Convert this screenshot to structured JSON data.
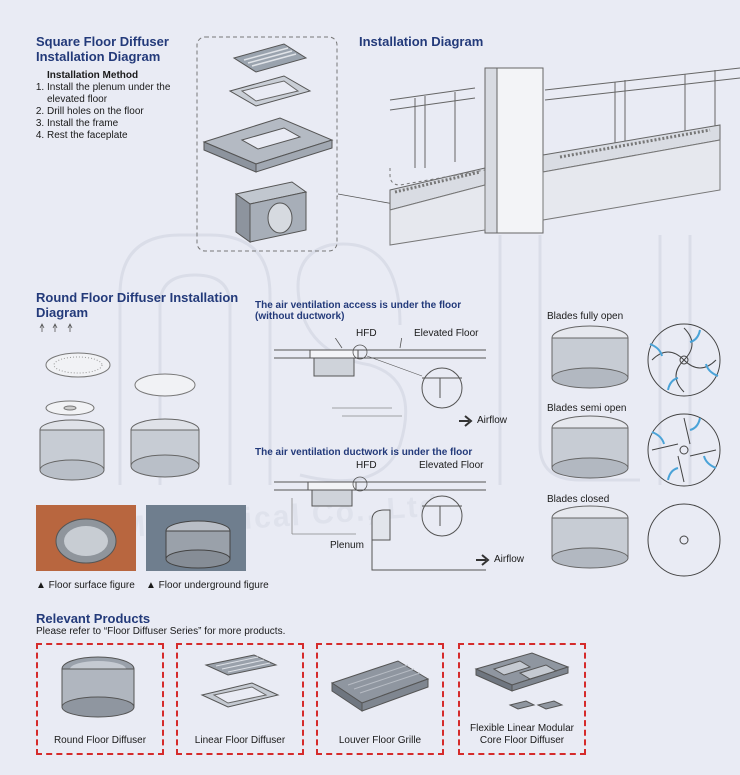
{
  "square": {
    "title_line1": "Square Floor Diffuser",
    "title_line2": "Installation Diagram",
    "method_heading": "Installation Method",
    "steps": [
      "Install the plenum under the elevated floor",
      "Drill holes on the floor",
      "Install the frame",
      "Rest the faceplate"
    ],
    "right_title": "Installation Diagram"
  },
  "round": {
    "title_line1": "Round Floor Diffuser Installation",
    "title_line2": "Diagram",
    "caption_surface": "▲ Floor surface figure",
    "caption_underground": "▲ Floor underground figure"
  },
  "airflow": {
    "no_duct_title_line1": "The air ventilation access is under the floor",
    "no_duct_title_line2": "(without ductwork)",
    "duct_title": "The air ventilation ductwork is under the floor",
    "hfd": "HFD",
    "elevated_floor": "Elevated Floor",
    "airflow": "Airflow",
    "plenum": "Plenum"
  },
  "blades": {
    "fully_open": "Blades fully open",
    "semi_open": "Blades semi open",
    "closed": "Blades closed"
  },
  "watermark": "Mechanical Co., Ltd.",
  "relevant": {
    "title": "Relevant Products",
    "subtitle": "Please refer to “Floor Diffuser Series” for more products.",
    "products": [
      {
        "label": "Round Floor Diffuser"
      },
      {
        "label": "Linear Floor Diffuser"
      },
      {
        "label": "Louver Floor Grille"
      },
      {
        "label_line1": "Flexible Linear Modular",
        "label_line2": "Core Floor Diffuser"
      }
    ]
  },
  "colors": {
    "heading": "#233a7a",
    "dash": "#d52b2b",
    "arrow": "#4aa3d8"
  }
}
